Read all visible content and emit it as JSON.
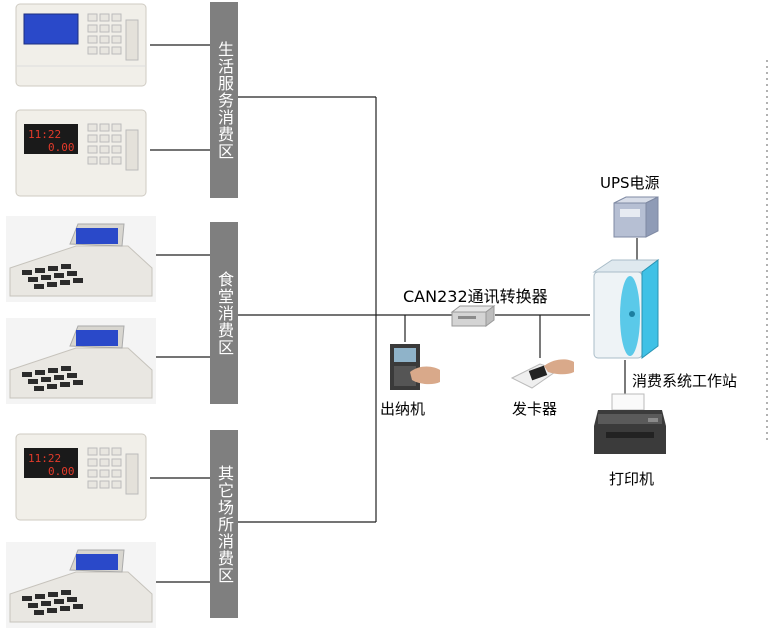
{
  "zones": [
    {
      "label": "生活服务消费区"
    },
    {
      "label": "食堂消费区"
    },
    {
      "label": "其它场所消费区"
    }
  ],
  "nodes": {
    "converter": "CAN232通讯转换器",
    "cashier": "出纳机",
    "card_issuer": "发卡器",
    "ups": "UPS电源",
    "workstation": "消费系统工作站",
    "printer": "打印机"
  },
  "terminal_display": {
    "time": "11:22",
    "amount": "0.00"
  },
  "colors": {
    "zone_bar": "#7f7f7f",
    "led_red": "#e23a2a",
    "lcd_blue": "#2a49c9",
    "server_cyan": "#3fc1e6"
  }
}
